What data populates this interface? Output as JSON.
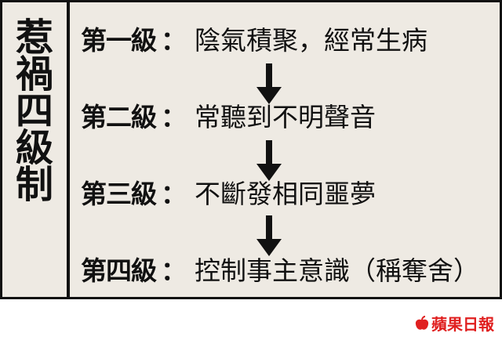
{
  "title": [
    "惹",
    "禍",
    "四",
    "級",
    "制"
  ],
  "levels": [
    {
      "label": "第一級",
      "colon": "：",
      "description": "陰氣積聚，經常生病"
    },
    {
      "label": "第二級",
      "colon": "：",
      "description": "常聽到不明聲音"
    },
    {
      "label": "第三級",
      "colon": "：",
      "description": "不斷發相同噩夢"
    },
    {
      "label": "第四級",
      "colon": "：",
      "description": "控制事主意識（稱奪舍）"
    }
  ],
  "logo": {
    "text": "蘋果日報",
    "color": "#e02020"
  },
  "colors": {
    "background": "#eeeae3",
    "border": "#111111"
  }
}
